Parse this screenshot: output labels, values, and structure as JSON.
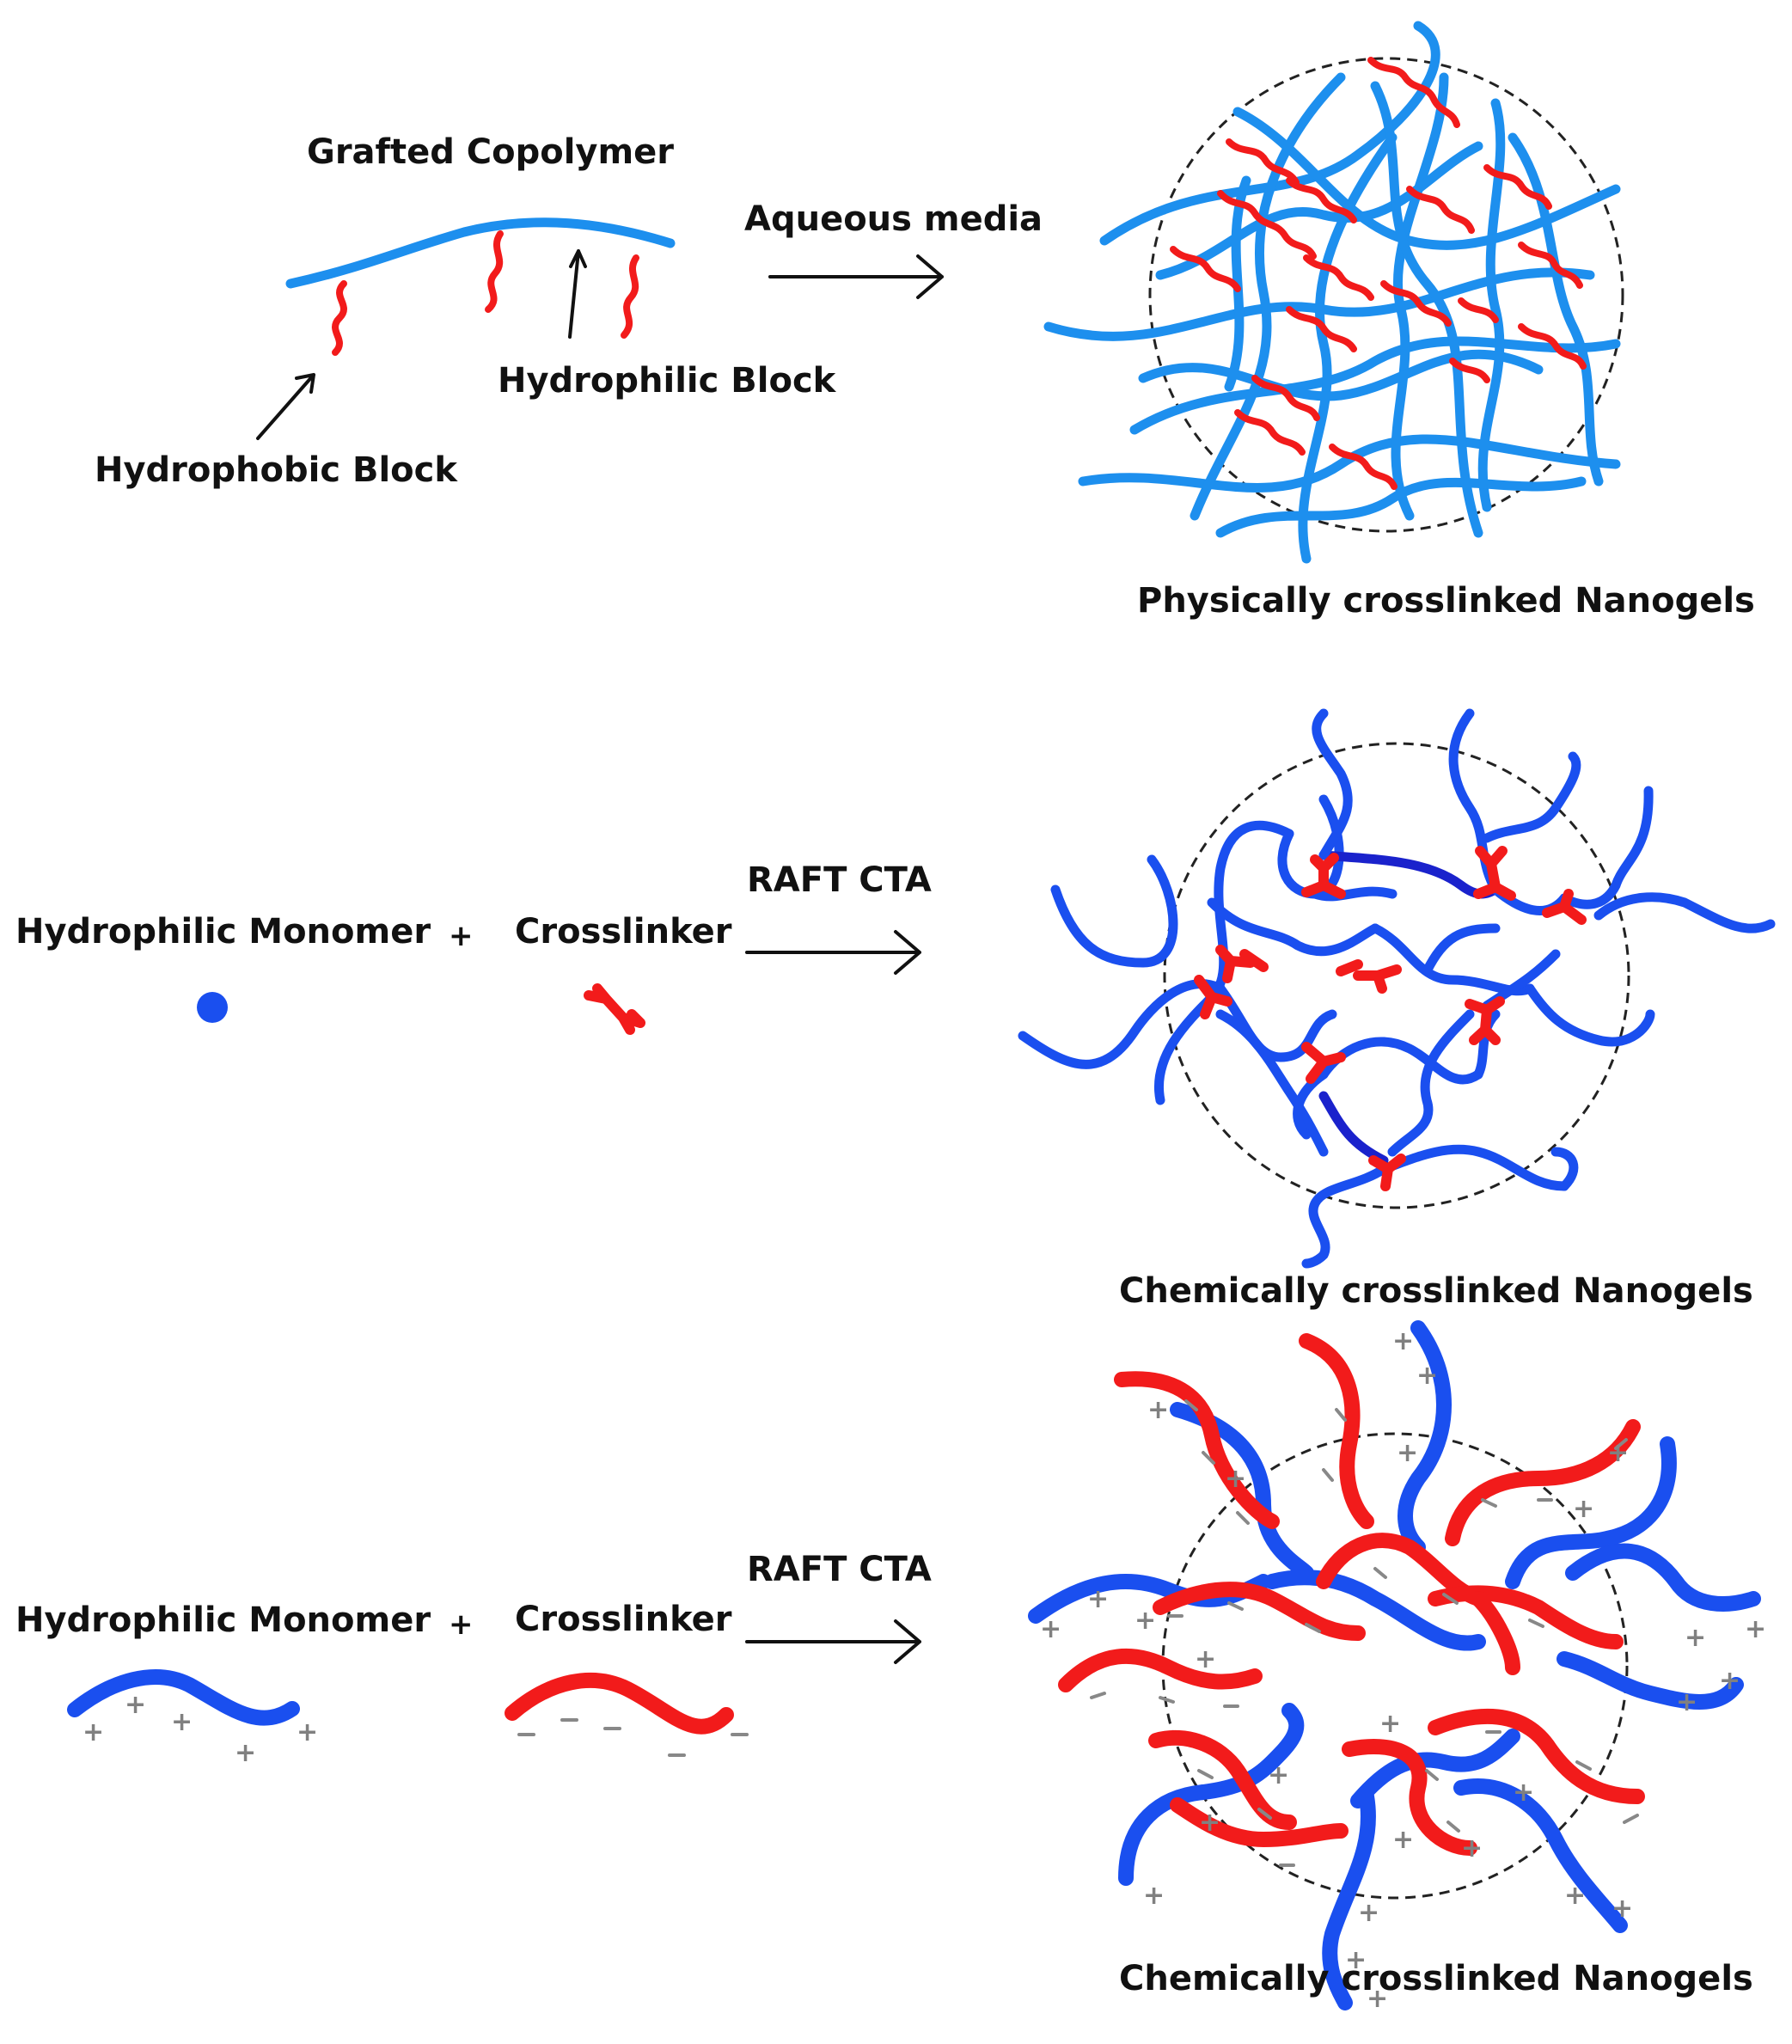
{
  "colors": {
    "hydrophilic_chain": "#1d8fee",
    "monomer_chain": "#1a4fef",
    "crosslink_red": "#f21b1b",
    "charge_grey": "#808080"
  },
  "panel1": {
    "copolymer_label": "Grafted Copolymer",
    "hydrophilic_label": "Hydrophilic Block",
    "hydrophobic_label": "Hydrophobic Block",
    "arrow_label": "Aqueous media",
    "product_label": "Physically crosslinked Nanogels"
  },
  "panel2": {
    "monomer_label": "Hydrophilic Monomer",
    "plus": "+",
    "crosslinker_label": "Crosslinker",
    "arrow_label": "RAFT CTA",
    "product_label": "Chemically crosslinked Nanogels"
  },
  "panel3": {
    "monomer_label": "Hydrophilic Monomer",
    "plus": "+",
    "crosslinker_label": "Crosslinker",
    "arrow_label": "RAFT CTA",
    "product_label": "Chemically crosslinked Nanogels",
    "positive_charge": "+",
    "negative_charge": "–"
  }
}
